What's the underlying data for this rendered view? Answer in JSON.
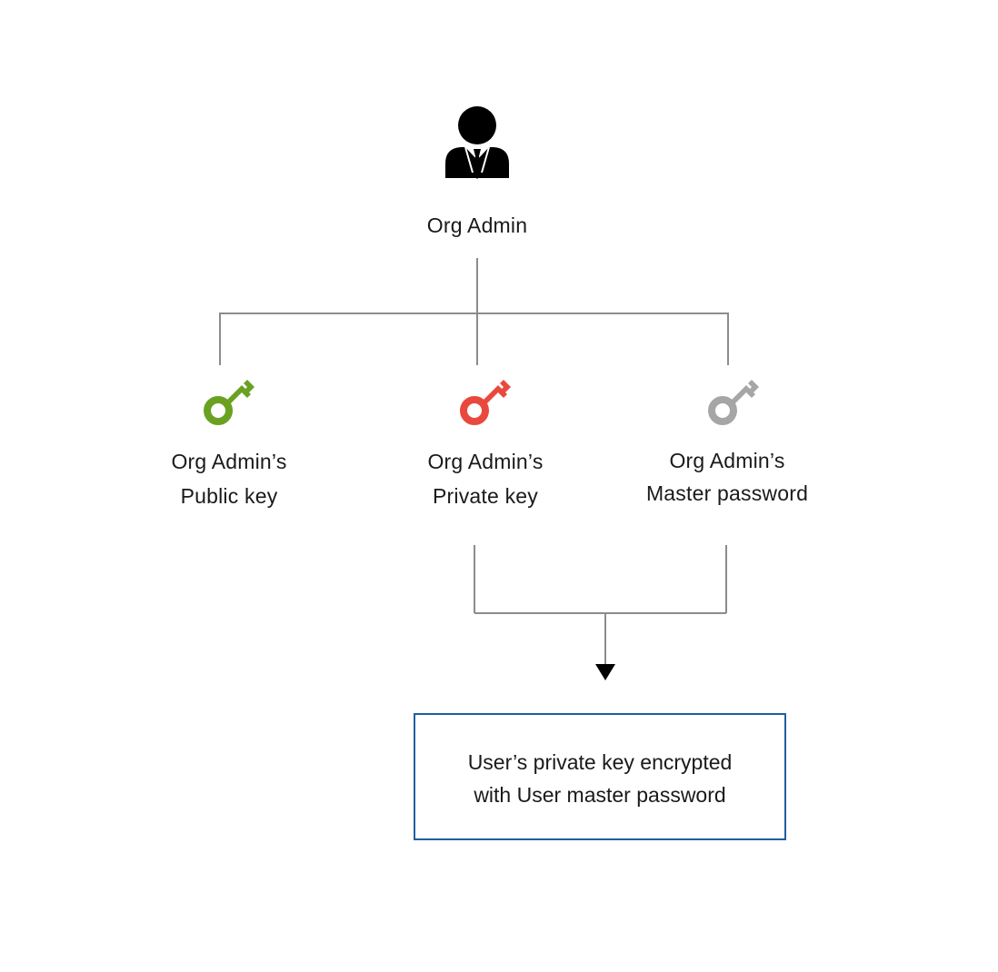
{
  "admin": {
    "icon": "user-businessman-icon",
    "label": "Org Admin"
  },
  "keys": [
    {
      "icon": "key-icon",
      "color": "#6aa121",
      "line1": "Org Admin’s",
      "line2": "Public key"
    },
    {
      "icon": "key-icon",
      "color": "#e9493d",
      "line1": "Org Admin’s",
      "line2": "Private key"
    },
    {
      "icon": "key-icon",
      "color": "#a6a6a6",
      "line1": "Org Admin’s",
      "line2": "Master password"
    }
  ],
  "result": {
    "line1": "User’s private key encrypted",
    "line2": "with User master password",
    "border_color": "#1e5f9e"
  },
  "connector_color": "#8c8c8c",
  "arrow_color": "#000000"
}
